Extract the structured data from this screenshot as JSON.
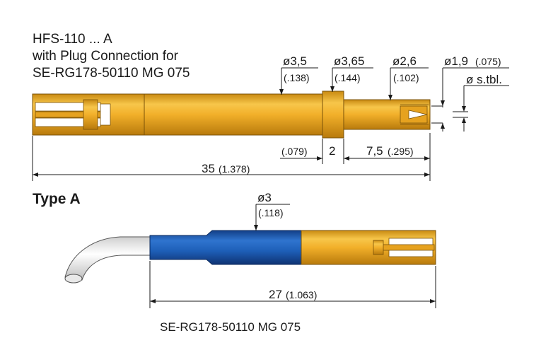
{
  "header": {
    "line1": "HFS-110 ... A",
    "line2": "with Plug Connection for",
    "line3": "SE-RG178-50110 MG 075"
  },
  "dims_top": {
    "d35_mm": "ø3,5",
    "d35_in": "(.138)",
    "d365_mm": "ø3,65",
    "d365_in": "(.144)",
    "d26_mm": "ø2,6",
    "d26_in": "(.102)",
    "d19_mm": "ø1,9",
    "d19_in": "(.075)",
    "stbl": "ø s.tbl.",
    "seg_079_in": "(.079)",
    "seg_2_mm": "2",
    "seg_75_mm": "7,5",
    "seg_75_in": "(.295)",
    "total_mm": "35",
    "total_in": "(1.378)"
  },
  "type_a": {
    "label": "Type A",
    "d3_mm": "ø3",
    "d3_in": "(.118)",
    "len_mm": "27",
    "len_in": "(1.063)",
    "cable_label": "SE-RG178-50110 MG 075"
  },
  "colors": {
    "gold": "#f2b02a",
    "gold_dark": "#c98a12",
    "blue": "#1e5fb8",
    "blue_dark": "#123f86",
    "cable_white": "#f4f4f4",
    "line": "#1a1a1a"
  }
}
